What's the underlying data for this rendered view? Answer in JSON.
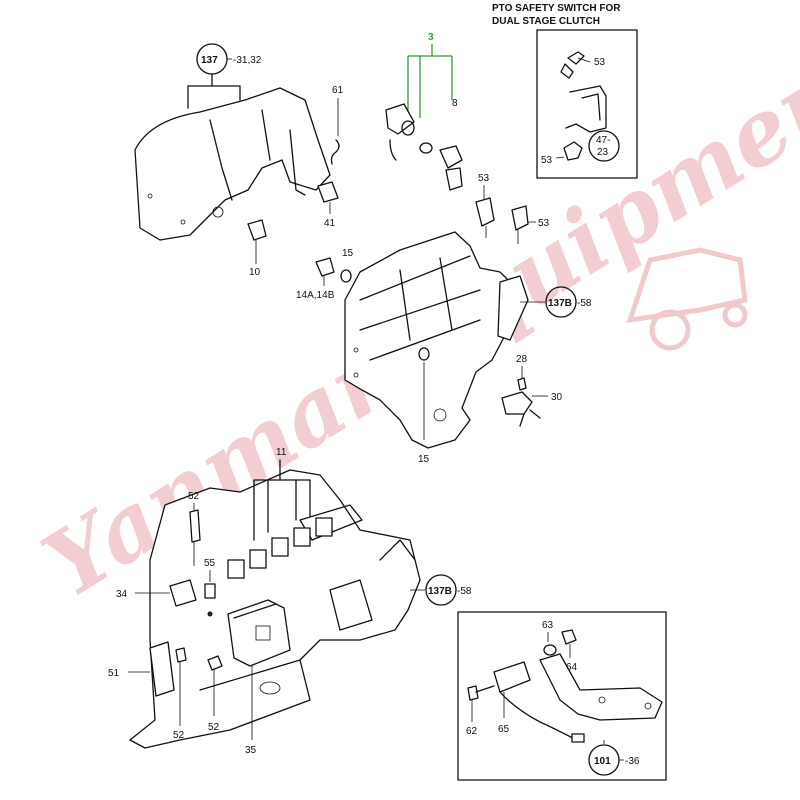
{
  "watermark": "Yanmar Equipment",
  "inset_top_title": [
    "PTO SAFETY SWITCH FOR",
    "DUAL STAGE CLUTCH"
  ],
  "callouts": {
    "c137": "137",
    "c137_ref": "-31,32",
    "c137b_upper": "137B",
    "c137b_upper_ref": "-58",
    "c137b_lower": "137B",
    "c137b_lower_ref": "-58",
    "c47": "47-",
    "c47b": "23",
    "c101": "101",
    "c101_ref": "-36"
  },
  "labels": {
    "p3": "3",
    "p61": "61",
    "p8": "8",
    "p41": "41",
    "p10": "10",
    "p15a": "15",
    "p14": "14A,14B",
    "p53a": "53",
    "p53b": "53",
    "p53c": "53",
    "p53d": "53",
    "p28": "28",
    "p30": "30",
    "p15b": "15",
    "p11": "11",
    "p52a": "52",
    "p55": "55",
    "p34": "34",
    "p51": "51",
    "p52b": "52",
    "p52c": "52",
    "p35": "35",
    "p63": "63",
    "p64": "64",
    "p62": "62",
    "p65": "65"
  },
  "colors": {
    "ink": "#111111",
    "accent_green": "#2f9e2f",
    "watermark": "#e8a6ad"
  }
}
